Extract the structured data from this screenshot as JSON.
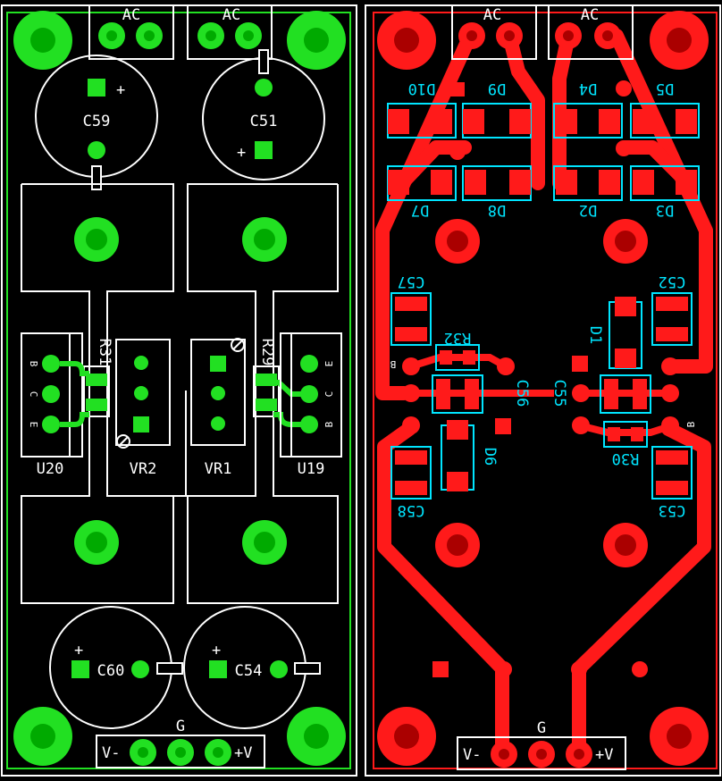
{
  "top_layer": {
    "connectors": [
      "AC",
      "AC"
    ],
    "capacitors": [
      {
        "ref": "C59",
        "polarity": "+"
      },
      {
        "ref": "C51",
        "polarity": "+"
      },
      {
        "ref": "C60",
        "polarity": "+"
      },
      {
        "ref": "C54",
        "polarity": "+"
      }
    ],
    "regulators": [
      "U20",
      "U19"
    ],
    "regulator_pins_left": [
      "B",
      "C",
      "E"
    ],
    "regulator_pins_right": [
      "E",
      "C",
      "B"
    ],
    "resistors": [
      "R31",
      "R29"
    ],
    "trimmers": [
      "VR2",
      "VR1"
    ],
    "output_connector": {
      "title": "G",
      "left": "V-",
      "right": "+V"
    },
    "colors": {
      "pad": "#22e022",
      "outline": "#ffffff",
      "board_edge": "#22e022"
    }
  },
  "bottom_layer": {
    "connectors": [
      "AC",
      "AC"
    ],
    "diodes_top": [
      "D10",
      "D9",
      "D4",
      "D5"
    ],
    "diodes_bottom": [
      "D7",
      "D8",
      "D2",
      "D3"
    ],
    "capacitors": [
      "C57",
      "C52",
      "C56",
      "C55",
      "C58",
      "C53"
    ],
    "resistors": [
      "R32",
      "R30"
    ],
    "diodes_mid": [
      "D6",
      "D1"
    ],
    "pin_marks": [
      "B",
      "B"
    ],
    "output_connector": {
      "title": "G",
      "left": "V-",
      "right": "+V"
    },
    "colors": {
      "copper": "#ff1a1a",
      "silk": "#00e5ff",
      "outline": "#ffffff"
    }
  }
}
